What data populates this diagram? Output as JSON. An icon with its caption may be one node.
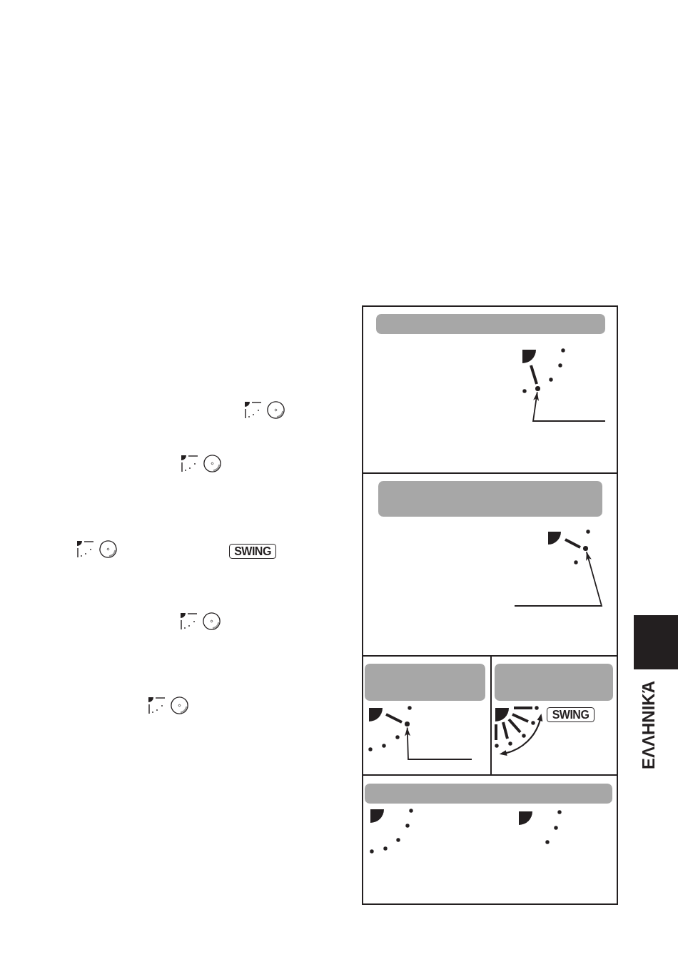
{
  "diagram": {
    "nodes": [
      {
        "text": [
          "SWING"
        ]
      },
      {
        "text": [],
        "shape": "box"
      },
      {
        "text": [],
        "shape": "bar",
        "in": 1
      },
      {
        "text": [],
        "shape": "circle",
        "in": 1
      },
      {
        "text": [],
        "shape": "box"
      },
      {
        "text": [],
        "shape": "bar",
        "in": 4
      },
      {
        "text": [],
        "shape": "circle",
        "in": 4
      },
      {
        "text": [],
        "shape": "box"
      },
      {
        "text": [],
        "shape": "bar",
        "in": 7
      },
      {
        "text": [],
        "shape": "circle",
        "in": 7
      },
      {
        "text": [],
        "shape": "box"
      },
      {
        "text": [],
        "shape": "bar",
        "in": 10
      },
      {
        "text": [
          "SWING"
        ],
        "in": 10
      },
      {
        "text": [],
        "shape": "box"
      },
      {
        "text": [],
        "shape": "bar",
        "in": 13
      },
      {
        "text": [],
        "shape": "box",
        "beside": [
          "ΕΛΛΗΝΙΚΆ"
        ]
      }
    ],
    "edges": [
      {
        "from": null,
        "to": 3,
        "arrow": "to"
      },
      {
        "from": null,
        "to": 6,
        "arrow": "to"
      },
      {
        "from": null,
        "to": 9,
        "arrow": "to"
      }
    ]
  }
}
